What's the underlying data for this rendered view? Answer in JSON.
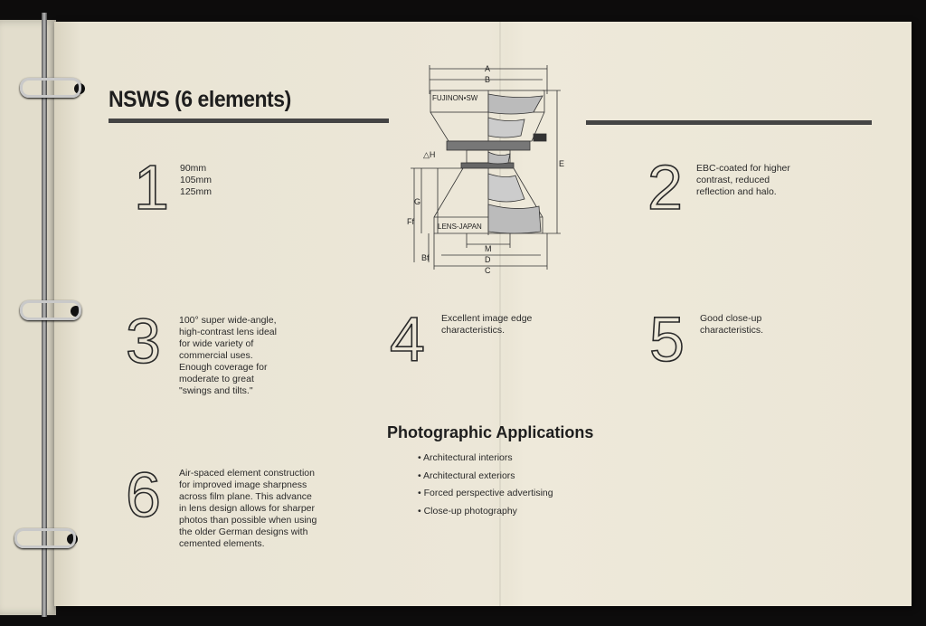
{
  "heading": "NSWS (6 elements)",
  "features": [
    {
      "number": "1",
      "lines": [
        "90mm",
        "105mm",
        "125mm"
      ]
    },
    {
      "number": "2",
      "lines": [
        "EBC-coated for higher",
        "contrast, reduced",
        "reflection and halo."
      ]
    },
    {
      "number": "3",
      "lines": [
        "100° super wide-angle,",
        "high-contrast lens ideal",
        "for wide variety of",
        "commercial uses.",
        "Enough coverage for",
        "moderate to great",
        "\"swings and tilts.\""
      ]
    },
    {
      "number": "4",
      "lines": [
        "Excellent image edge",
        "characteristics."
      ]
    },
    {
      "number": "5",
      "lines": [
        "Good close-up",
        "characteristics."
      ]
    },
    {
      "number": "6",
      "lines": [
        "Air-spaced element construction",
        "for improved image sharpness",
        "across film plane. This advance",
        "in lens design allows for sharper",
        "photos than possible when using",
        "the older German designs with",
        "cemented elements."
      ]
    }
  ],
  "diagram": {
    "lens_top_label": "FUJINON•SW",
    "lens_bottom_label": "LENS-JAPAN",
    "dim_labels": {
      "A": "A",
      "B": "B",
      "C": "C",
      "D": "D",
      "E": "E",
      "M": "M",
      "G": "G",
      "H": "△H",
      "Ff": "Ff",
      "Bf": "Bf"
    }
  },
  "applications": {
    "title": "Photographic Applications",
    "items": [
      "Architectural interiors",
      "Architectural exteriors",
      "Forced perspective advertising",
      "Close-up photography"
    ]
  }
}
